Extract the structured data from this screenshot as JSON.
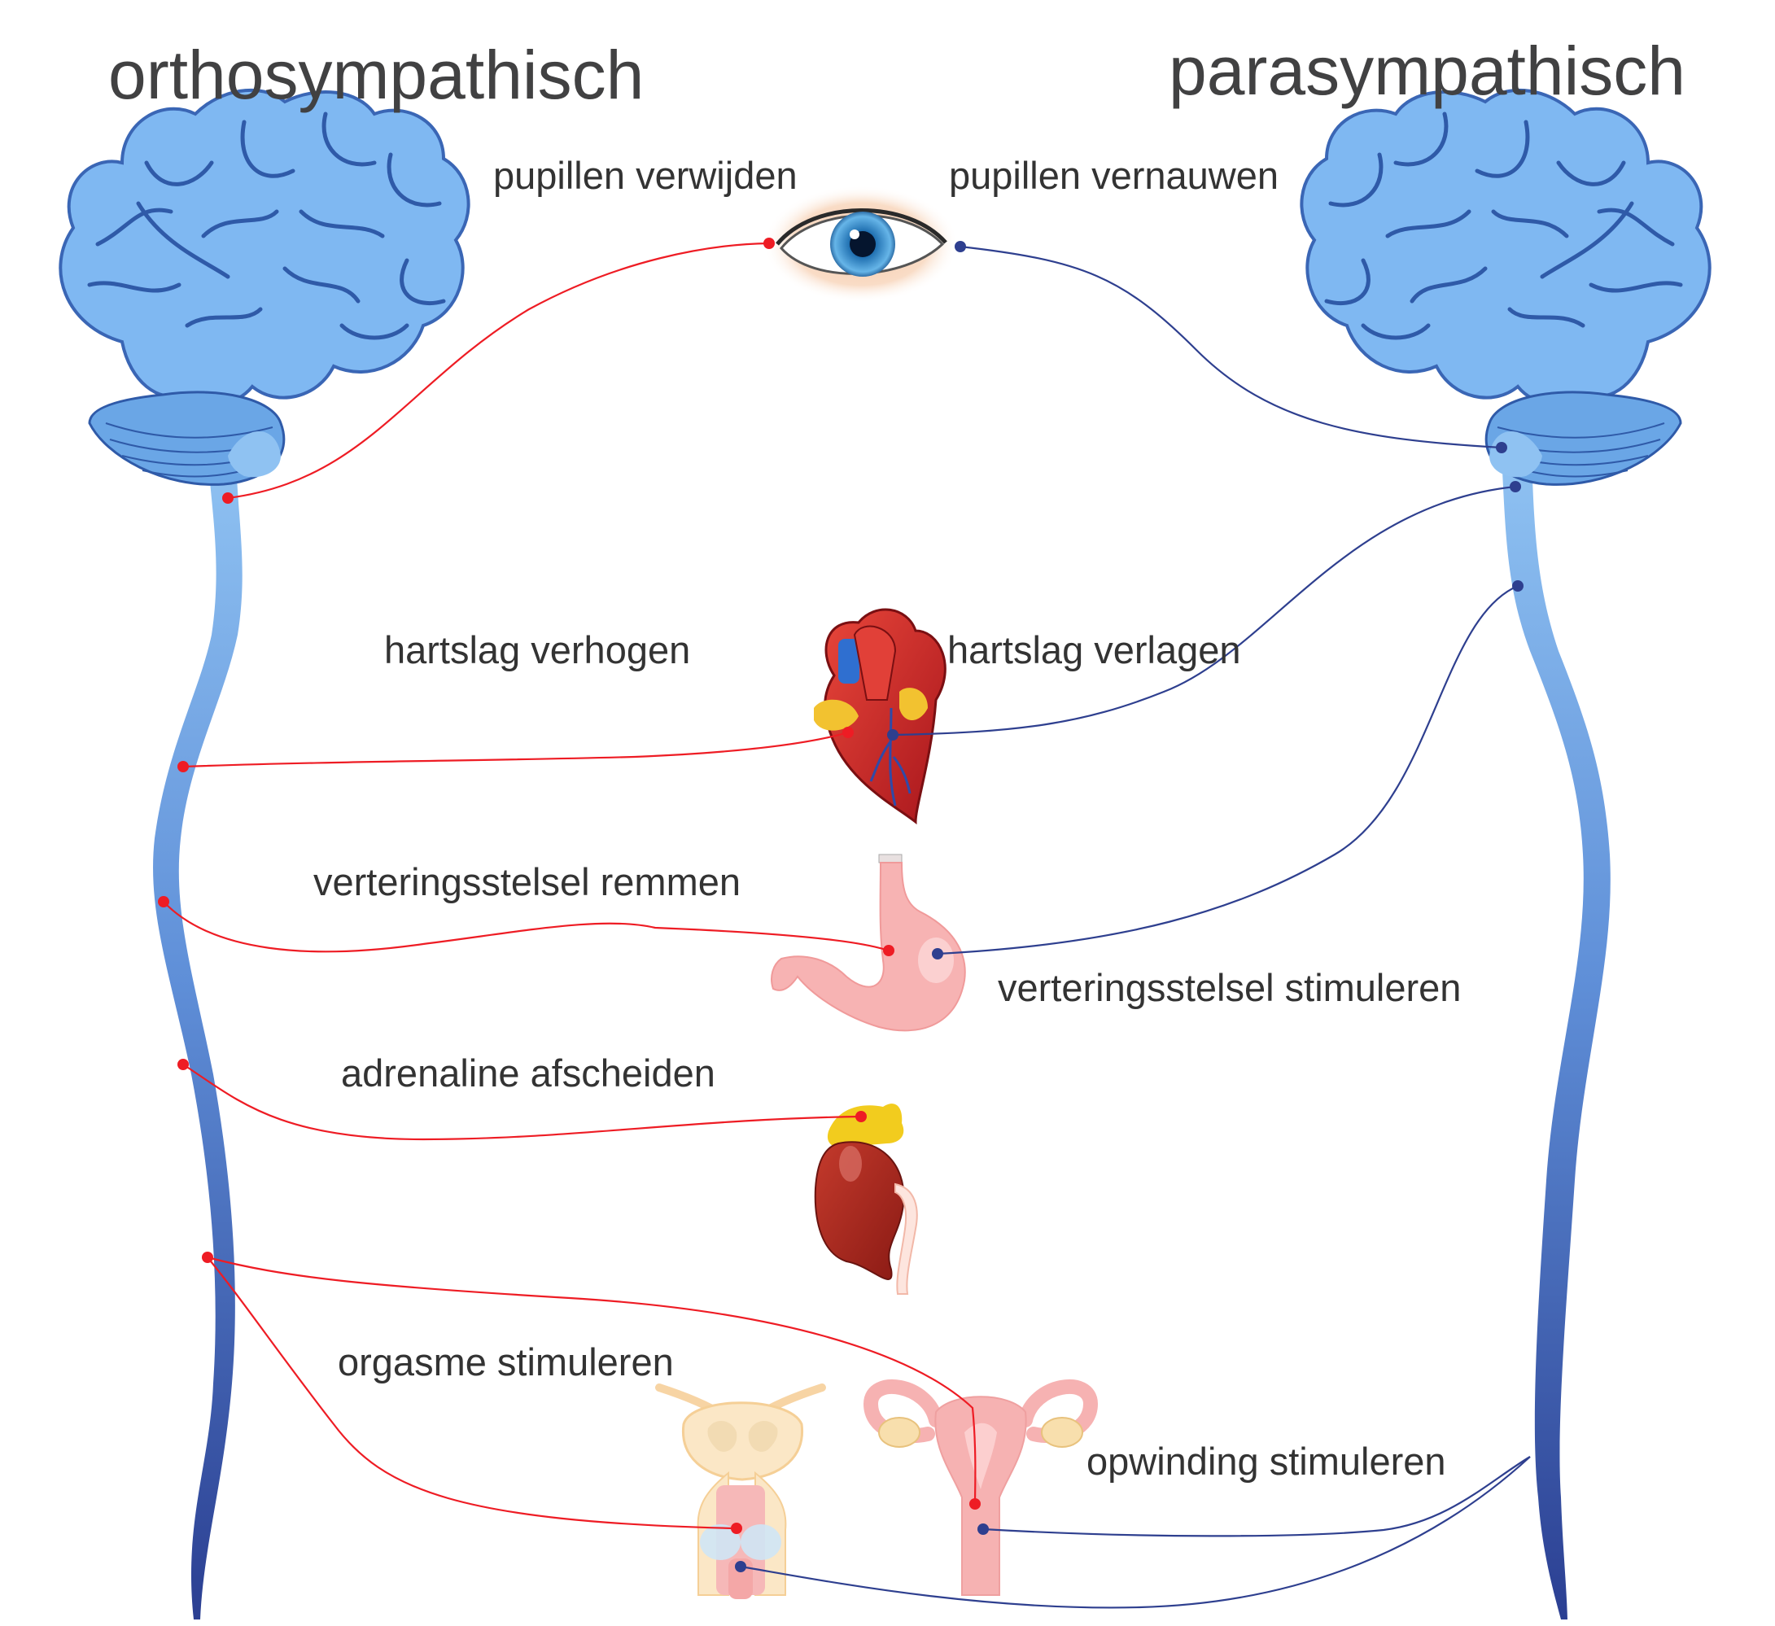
{
  "titles": {
    "left": "orthosympathisch",
    "right": "parasympathisch"
  },
  "labels": {
    "pupils_dilate": "pupillen verwijden",
    "pupils_constrict": "pupillen vernauwen",
    "heart_increase": "hartslag verhogen",
    "heart_decrease": "hartslag verlagen",
    "digest_inhibit": "verteringsstelsel remmen",
    "digest_stimulate": "verteringsstelsel stimuleren",
    "adrenaline": "adrenaline afscheiden",
    "orgasm": "orgasme stimuleren",
    "arousal": "opwinding stimuleren"
  },
  "colors": {
    "sympathetic": "#ee1c24",
    "parasympathetic": "#2e3f8f",
    "brain_fill": "#7fb8f2",
    "brain_line": "#2f5aa8",
    "spine_top": "#8fc2f2",
    "spine_bottom": "#2b3f92",
    "text": "#333333"
  },
  "icons": [
    "brain-icon",
    "eye-icon",
    "heart-icon",
    "stomach-icon",
    "kidney-icon",
    "male-reproductive-icon",
    "female-reproductive-icon"
  ]
}
